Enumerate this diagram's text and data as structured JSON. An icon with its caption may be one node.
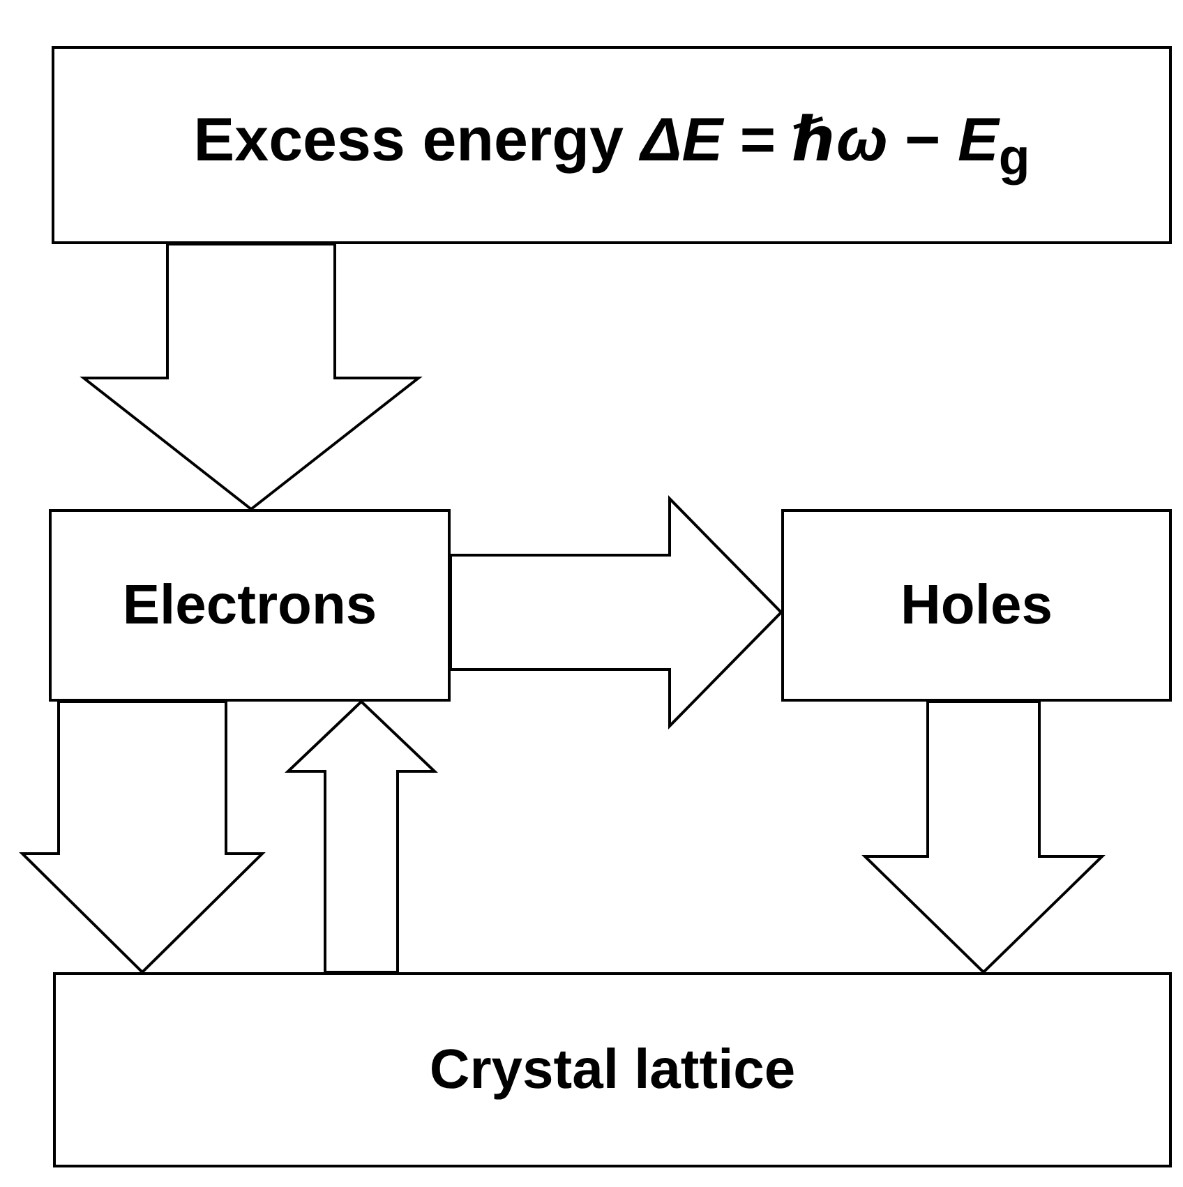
{
  "diagram": {
    "nodes": [
      {
        "text": [
          "Excess energy *ΔE* = *ℏω* − *E*$_{g}$"
        ]
      },
      {
        "text": [
          "Electrons"
        ]
      },
      {
        "text": [
          "Holes"
        ]
      },
      {
        "text": [
          "Crystal lattice"
        ]
      }
    ],
    "edges": [
      {
        "from": 0,
        "to": 1,
        "arrow": "to"
      },
      {
        "from": 1,
        "to": 2,
        "arrow": "to"
      },
      {
        "from": 1,
        "to": 3,
        "arrow": "to"
      },
      {
        "from": 3,
        "to": 1,
        "arrow": "to"
      },
      {
        "from": 2,
        "to": 3,
        "arrow": "to"
      }
    ]
  }
}
